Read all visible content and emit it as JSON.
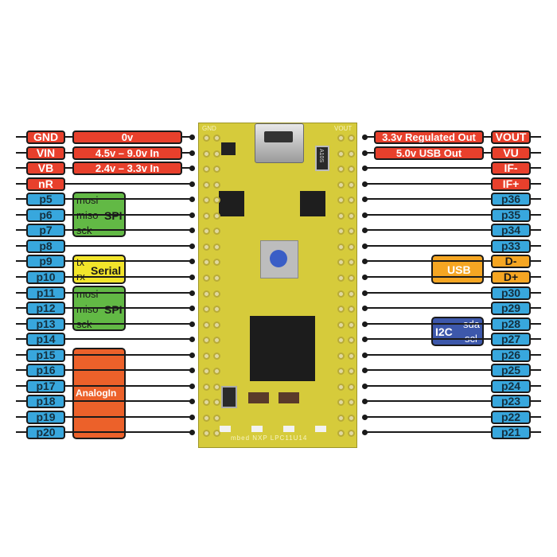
{
  "left_pins": [
    {
      "label": "GND",
      "style": "red"
    },
    {
      "label": "VIN",
      "style": "red"
    },
    {
      "label": "VB",
      "style": "red"
    },
    {
      "label": "nR",
      "style": "red"
    },
    {
      "label": "p5",
      "style": "blue"
    },
    {
      "label": "p6",
      "style": "blue"
    },
    {
      "label": "p7",
      "style": "blue"
    },
    {
      "label": "p8",
      "style": "blue"
    },
    {
      "label": "p9",
      "style": "blue"
    },
    {
      "label": "p10",
      "style": "blue"
    },
    {
      "label": "p11",
      "style": "blue"
    },
    {
      "label": "p12",
      "style": "blue"
    },
    {
      "label": "p13",
      "style": "blue"
    },
    {
      "label": "p14",
      "style": "blue"
    },
    {
      "label": "p15",
      "style": "blue"
    },
    {
      "label": "p16",
      "style": "blue"
    },
    {
      "label": "p17",
      "style": "blue"
    },
    {
      "label": "p18",
      "style": "blue"
    },
    {
      "label": "p19",
      "style": "blue"
    },
    {
      "label": "p20",
      "style": "blue"
    }
  ],
  "right_pins": [
    {
      "label": "VOUT",
      "style": "red"
    },
    {
      "label": "VU",
      "style": "red"
    },
    {
      "label": "IF-",
      "style": "red"
    },
    {
      "label": "IF+",
      "style": "red"
    },
    {
      "label": "p36",
      "style": "blue"
    },
    {
      "label": "p35",
      "style": "blue"
    },
    {
      "label": "p34",
      "style": "blue"
    },
    {
      "label": "p33",
      "style": "blue"
    },
    {
      "label": "D-",
      "style": "amber"
    },
    {
      "label": "D+",
      "style": "amber"
    },
    {
      "label": "p30",
      "style": "blue"
    },
    {
      "label": "p29",
      "style": "blue"
    },
    {
      "label": "p28",
      "style": "blue"
    },
    {
      "label": "p27",
      "style": "blue"
    },
    {
      "label": "p26",
      "style": "blue"
    },
    {
      "label": "p25",
      "style": "blue"
    },
    {
      "label": "p24",
      "style": "blue"
    },
    {
      "label": "p23",
      "style": "blue"
    },
    {
      "label": "p22",
      "style": "blue"
    },
    {
      "label": "p21",
      "style": "blue"
    }
  ],
  "left_labels": [
    {
      "row": 0,
      "text": "0v"
    },
    {
      "row": 1,
      "text": "4.5v – 9.0v In"
    },
    {
      "row": 2,
      "text": "2.4v – 3.3v In"
    }
  ],
  "right_labels": [
    {
      "row": 0,
      "text": "3.3v Regulated Out"
    },
    {
      "row": 1,
      "text": "5.0v USB Out"
    }
  ],
  "groups": {
    "spi1": {
      "title": "SPI",
      "signals": [
        "mosi",
        "miso",
        "sck"
      ]
    },
    "serial": {
      "title": "Serial",
      "signals": [
        "tx",
        "rx"
      ]
    },
    "spi2": {
      "title": "SPI",
      "signals": [
        "mosi",
        "miso",
        "sck"
      ]
    },
    "analog": {
      "title": "AnalogIn"
    },
    "usb": {
      "title": "USB"
    },
    "i2c": {
      "title": "I2C",
      "signals": [
        "sda",
        "scl"
      ]
    }
  },
  "colors": {
    "power_red": "#e8402c",
    "gpio_blue": "#38a7dd",
    "spi_green": "#62b945",
    "serial_yellow": "#f2e52b",
    "analog_orange": "#ec612a",
    "usb_amber": "#f5a623",
    "i2c_purple": "#3d58ab",
    "board_yellow": "#d6cb3b"
  },
  "board": {
    "silkscreen_bottom": "mbed NXP LPC11U14",
    "silkscreen_gnd": "GND",
    "silkscreen_vout": "VOUT",
    "reg_label": "A1 0S",
    "chip2_label": "A10S"
  }
}
